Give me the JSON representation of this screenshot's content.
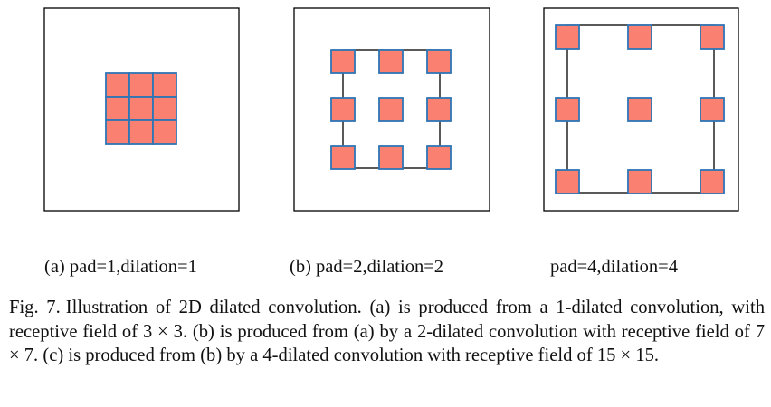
{
  "colors": {
    "cell_fill": "#fa8072",
    "cell_stroke": "#2e75b6",
    "frame_stroke": "#000000"
  },
  "panels": [
    {
      "id": "a",
      "caption": "(a)  pad=1,dilation=1",
      "dilation": 1,
      "padding": 1,
      "grid": 3
    },
    {
      "id": "b",
      "caption": "(b)  pad=2,dilation=2",
      "dilation": 2,
      "padding": 2,
      "grid": 3
    },
    {
      "id": "c",
      "caption": "pad=4,dilation=4",
      "dilation": 4,
      "padding": 4,
      "grid": 3
    }
  ],
  "caption": {
    "label": "Fig. 7.",
    "text": "Illustration of 2D dilated convolution. (a) is produced from a 1-dilated convolution, with receptive field of 3 × 3. (b) is produced from (a) by a 2-dilated convolution with receptive field of 7 × 7. (c) is produced from (b) by a 4-dilated convolution with receptive field of 15 × 15."
  }
}
